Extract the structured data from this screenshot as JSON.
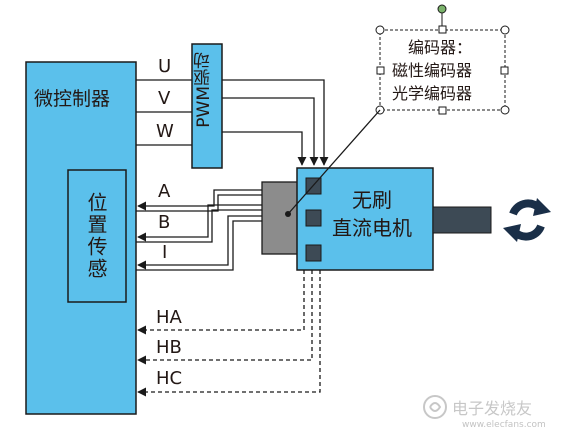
{
  "mcu": {
    "label": "微控制器"
  },
  "position_sensor": {
    "label": "位置传感"
  },
  "pwm_driver": {
    "label": "PWM驱动"
  },
  "motor": {
    "line1": "无刷",
    "line2": "直流电机"
  },
  "encoder_note": {
    "line1": "编码器：",
    "line2": "磁性编码器",
    "line3": "光学编码器"
  },
  "signals": {
    "u": "U",
    "v": "V",
    "w": "W",
    "a": "A",
    "b": "B",
    "i": "I",
    "ha": "HA",
    "hb": "HB",
    "hc": "HC"
  },
  "watermark": {
    "text": "电子发烧友",
    "url": "www.elecfans.com"
  },
  "colors": {
    "block_fill": "#5bc0eb",
    "block_stroke": "#1a1a1a",
    "encoder_gray": "#8c8c8c",
    "shaft": "#3d4a55",
    "line": "#1a1a1a"
  },
  "icons": [
    "rotation-arrows-icon",
    "watermark-logo-icon"
  ]
}
